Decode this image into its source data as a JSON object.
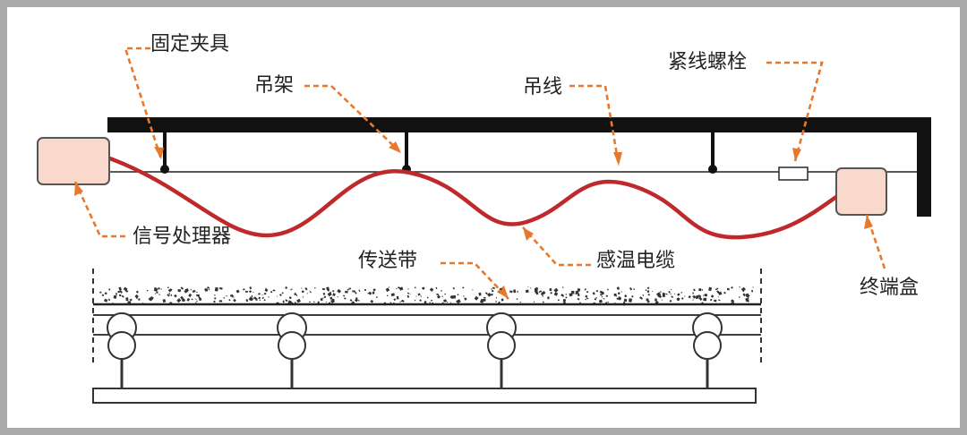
{
  "labels": {
    "fixed_clamp": "固定夹具",
    "hanger": "吊架",
    "suspension_wire": "吊线",
    "tension_bolt": "紧线螺栓",
    "signal_processor": "信号处理器",
    "conveyor_belt": "传送带",
    "heat_sensing_cable": "感温电缆",
    "terminal_box": "终端盒"
  },
  "colors": {
    "frame": "#111111",
    "cable": "#c0292b",
    "callout": "#e8782c",
    "box_fill": "#f9d9cc",
    "box_stroke": "#555555",
    "belt_line": "#222222"
  }
}
